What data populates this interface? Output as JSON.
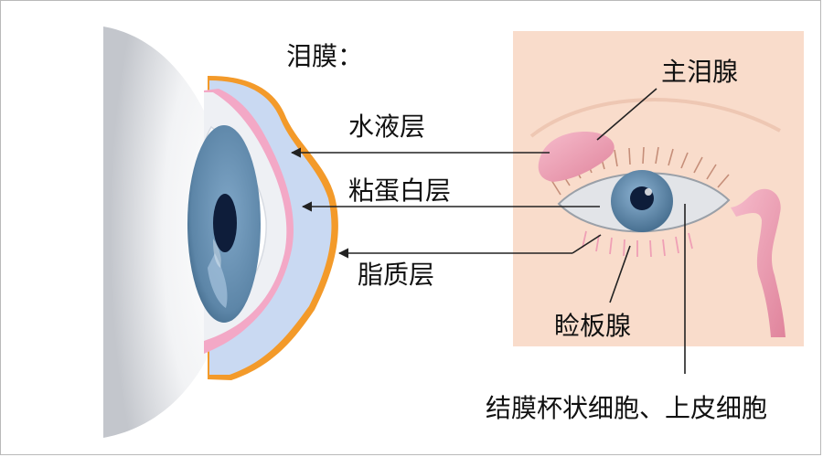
{
  "title": "泪膜：",
  "layers": {
    "aqueous": "水液层",
    "mucin": "粘蛋白层",
    "lipid": "脂质层"
  },
  "glands": {
    "lacrimal": "主泪腺",
    "meibomian": "睑板腺",
    "conjunctival": "结膜杯状细胞、上皮细胞"
  },
  "colors": {
    "lipid_layer": "#f39a2a",
    "aqueous_layer": "#c9d9f2",
    "mucin_layer": "#f3a8c6",
    "iris": "#5d86a8",
    "pupil": "#0e1d3a",
    "skin_panel": "#f9dccb",
    "gland": "#ef9fb5",
    "arrow": "#222222"
  }
}
